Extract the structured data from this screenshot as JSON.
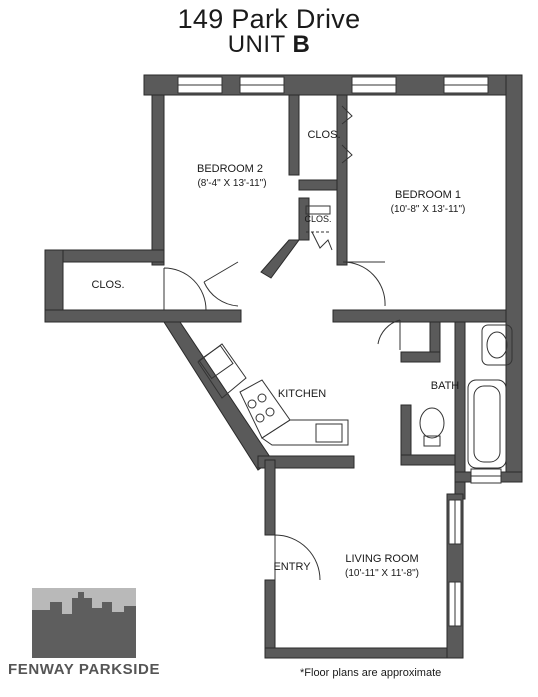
{
  "header": {
    "address": "149 Park Drive",
    "unit_prefix": "UNIT ",
    "unit_letter": "B"
  },
  "rooms": {
    "bedroom2": {
      "name": "BEDROOM 2",
      "dims": "(8'-4\" X 13'-11\")"
    },
    "bedroom1": {
      "name": "BEDROOM 1",
      "dims": "(10'-8\" X 13'-11\")"
    },
    "closet_top": "CLOS.",
    "closet_small": "CLOS.",
    "closet_left": "CLOS.",
    "kitchen": "KITCHEN",
    "bath": "BATH",
    "entry": "ENTRY",
    "living": {
      "name": "LIVING ROOM",
      "dims": "(10'-11\" X 11'-8\")"
    }
  },
  "footer": {
    "brand": "FENWAY PARKSIDE",
    "note": "*Floor plans are approximate"
  },
  "colors": {
    "wall": "#5a5a5a",
    "wall_dark": "#4a4a4a",
    "line": "#333333",
    "logo_sky": "#b9b9b9",
    "logo_city": "#5e5e5e"
  }
}
